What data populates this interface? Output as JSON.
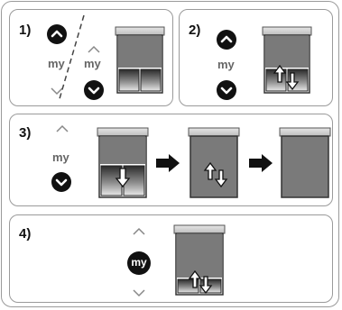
{
  "steps": [
    {
      "number": "1)",
      "my_left": "my",
      "my_right": "my"
    },
    {
      "number": "2)",
      "my": "my"
    },
    {
      "number": "3)",
      "my": "my"
    },
    {
      "number": "4)",
      "my_button": "my"
    }
  ],
  "icons": [
    "up-chevron-button-icon",
    "down-chevron-button-icon",
    "up-chevron-icon",
    "down-chevron-icon",
    "my-button-icon",
    "window-blind-icon",
    "up-down-arrows-icon",
    "down-arrow-icon",
    "right-arrow-icon"
  ],
  "colors": {
    "button_fill": "#111111",
    "blind_fill": "#7a7a7a",
    "border": "#9a9a9a",
    "blind_header": "#d2d2d2"
  }
}
